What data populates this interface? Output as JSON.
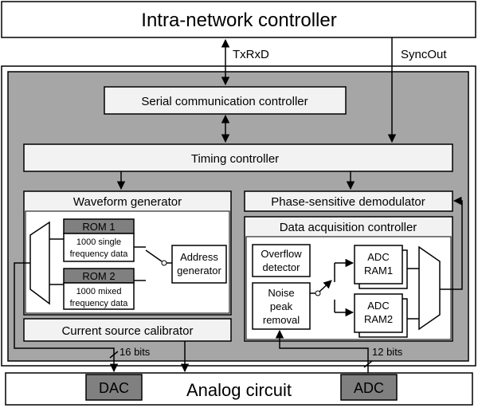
{
  "blocks": {
    "intra_network_controller": "Intra-network controller",
    "serial_comm_controller": "Serial communication controller",
    "timing_controller": "Timing controller",
    "waveform_generator": "Waveform generator",
    "phase_sensitive_demodulator": "Phase-sensitive demodulator",
    "data_acquisition_controller": "Data acquisition controller",
    "current_source_calibrator": "Current source calibrator",
    "analog_circuit": "Analog circuit",
    "dac": "DAC",
    "adc": "ADC"
  },
  "rom1": {
    "title": "ROM 1",
    "line1": "1000 single",
    "line2": "frequency data"
  },
  "rom2": {
    "title": "ROM 2",
    "line1": "1000 mixed",
    "line2": "frequency data"
  },
  "address_generator": {
    "line1": "Address",
    "line2": "generator"
  },
  "overflow_detector": {
    "line1": "Overflow",
    "line2": "detector"
  },
  "noise_peak_removal": {
    "line1": "Noise",
    "line2": "peak",
    "line3": "removal"
  },
  "adc_ram1": {
    "line1": "ADC",
    "line2": "RAM1"
  },
  "adc_ram2": {
    "line1": "ADC",
    "line2": "RAM2"
  },
  "signals": {
    "txrxd": "TxRxD",
    "syncout": "SyncOut",
    "dac_bits": "16 bits",
    "adc_bits": "12 bits"
  },
  "colors": {
    "outer_gray": "#a6a6a6",
    "block_fill": "#f2f2f2",
    "rom_header": "#808080",
    "white": "#ffffff"
  }
}
